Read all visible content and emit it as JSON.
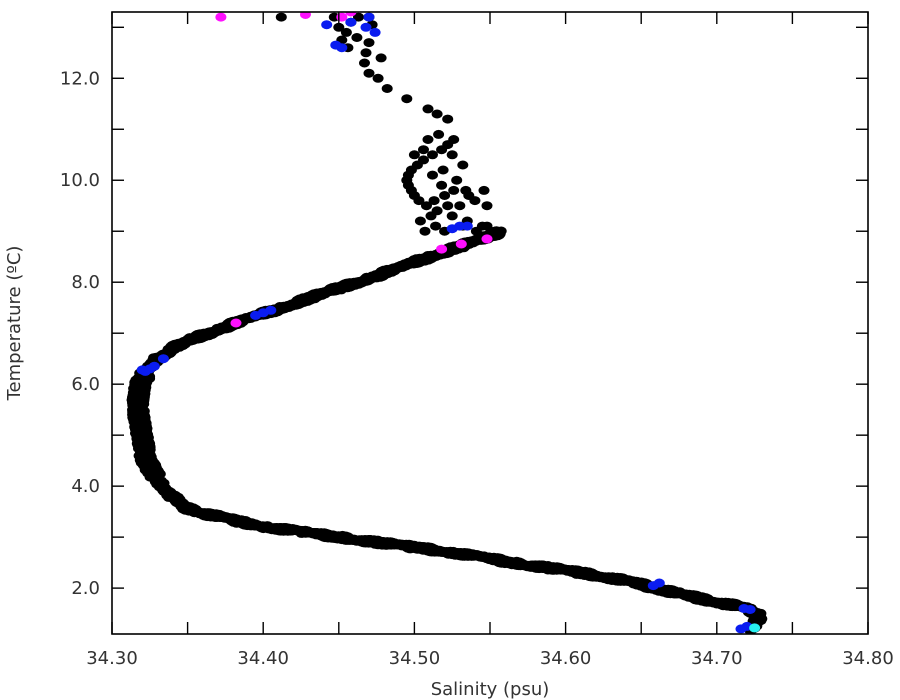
{
  "chart_data": {
    "type": "scatter",
    "title": "",
    "xlabel": "Salinity (psu)",
    "ylabel": "Temperature (ºC)",
    "xlim": [
      34.3,
      34.8
    ],
    "ylim": [
      1.1,
      13.3
    ],
    "x_ticks": [
      "34.30",
      "34.40",
      "34.50",
      "34.60",
      "34.70",
      "34.80"
    ],
    "x_tick_values": [
      34.3,
      34.4,
      34.5,
      34.6,
      34.7,
      34.8
    ],
    "y_ticks": [
      "2.0",
      "4.0",
      "6.0",
      "8.0",
      "10.0",
      "12.0"
    ],
    "y_tick_values": [
      2.0,
      4.0,
      6.0,
      8.0,
      10.0,
      12.0
    ],
    "grid": false,
    "legend": "none",
    "colors": {
      "black": "#000000",
      "blue": "#0a1cf0",
      "magenta": "#ff10ff",
      "cyan": "#28f0f0",
      "axis": "#000000",
      "text": "#333333"
    },
    "series": [
      {
        "color": "black",
        "profile": [
          [
            34.722,
            1.2
          ],
          [
            34.725,
            1.3
          ],
          [
            34.728,
            1.4
          ],
          [
            34.727,
            1.5
          ],
          [
            34.72,
            1.6
          ],
          [
            34.705,
            1.7
          ],
          [
            34.688,
            1.8
          ],
          [
            34.673,
            1.9
          ],
          [
            34.66,
            2.0
          ],
          [
            34.646,
            2.1
          ],
          [
            34.63,
            2.2
          ],
          [
            34.61,
            2.3
          ],
          [
            34.588,
            2.4
          ],
          [
            34.565,
            2.5
          ],
          [
            34.545,
            2.6
          ],
          [
            34.525,
            2.7
          ],
          [
            34.5,
            2.8
          ],
          [
            34.475,
            2.9
          ],
          [
            34.45,
            3.0
          ],
          [
            34.425,
            3.1
          ],
          [
            34.403,
            3.2
          ],
          [
            34.385,
            3.3
          ],
          [
            34.37,
            3.4
          ],
          [
            34.357,
            3.5
          ],
          [
            34.347,
            3.6
          ],
          [
            34.34,
            3.8
          ],
          [
            34.333,
            4.0
          ],
          [
            34.326,
            4.3
          ],
          [
            34.322,
            4.6
          ],
          [
            34.32,
            5.0
          ],
          [
            34.318,
            5.3
          ],
          [
            34.317,
            5.6
          ],
          [
            34.318,
            5.9
          ],
          [
            34.32,
            6.1
          ],
          [
            34.324,
            6.3
          ],
          [
            34.33,
            6.5
          ],
          [
            34.34,
            6.7
          ],
          [
            34.355,
            6.9
          ],
          [
            34.372,
            7.1
          ],
          [
            34.392,
            7.3
          ],
          [
            34.412,
            7.5
          ],
          [
            34.432,
            7.7
          ],
          [
            34.452,
            7.9
          ],
          [
            34.472,
            8.1
          ],
          [
            34.492,
            8.3
          ],
          [
            34.51,
            8.5
          ],
          [
            34.53,
            8.7
          ],
          [
            34.55,
            8.9
          ],
          [
            34.557,
            9.0
          ]
        ],
        "points": [
          [
            34.545,
            9.1
          ],
          [
            34.535,
            9.2
          ],
          [
            34.525,
            9.3
          ],
          [
            34.515,
            9.4
          ],
          [
            34.508,
            9.5
          ],
          [
            34.503,
            9.6
          ],
          [
            34.5,
            9.7
          ],
          [
            34.498,
            9.8
          ],
          [
            34.496,
            9.9
          ],
          [
            34.495,
            10.0
          ],
          [
            34.496,
            10.1
          ],
          [
            34.498,
            10.2
          ],
          [
            34.502,
            10.3
          ],
          [
            34.506,
            10.4
          ],
          [
            34.512,
            10.5
          ],
          [
            34.518,
            10.6
          ],
          [
            34.522,
            10.7
          ],
          [
            34.526,
            10.8
          ],
          [
            34.512,
            10.1
          ],
          [
            34.518,
            9.9
          ],
          [
            34.52,
            9.7
          ],
          [
            34.522,
            9.5
          ],
          [
            34.53,
            9.5
          ],
          [
            34.536,
            9.7
          ],
          [
            34.54,
            9.6
          ],
          [
            34.546,
            9.8
          ],
          [
            34.548,
            9.5
          ],
          [
            34.534,
            9.8
          ],
          [
            34.528,
            10.0
          ],
          [
            34.532,
            10.3
          ],
          [
            34.525,
            10.5
          ],
          [
            34.511,
            9.3
          ],
          [
            34.504,
            9.2
          ],
          [
            34.507,
            9.0
          ],
          [
            34.514,
            9.1
          ],
          [
            34.52,
            9.0
          ],
          [
            34.532,
            9.1
          ],
          [
            34.541,
            9.0
          ],
          [
            34.548,
            9.1
          ],
          [
            34.553,
            9.0
          ],
          [
            34.506,
            10.6
          ],
          [
            34.516,
            10.9
          ],
          [
            34.509,
            10.8
          ],
          [
            34.5,
            10.5
          ],
          [
            34.519,
            10.2
          ],
          [
            34.513,
            9.6
          ],
          [
            34.526,
            9.8
          ],
          [
            34.522,
            11.2
          ],
          [
            34.515,
            11.3
          ],
          [
            34.509,
            11.4
          ],
          [
            34.495,
            11.6
          ],
          [
            34.482,
            11.8
          ],
          [
            34.476,
            12.0
          ],
          [
            34.47,
            12.1
          ],
          [
            34.467,
            12.3
          ],
          [
            34.468,
            12.5
          ],
          [
            34.47,
            12.7
          ],
          [
            34.462,
            12.8
          ],
          [
            34.455,
            12.9
          ],
          [
            34.45,
            13.0
          ],
          [
            34.452,
            12.75
          ],
          [
            34.456,
            12.6
          ],
          [
            34.458,
            13.1
          ],
          [
            34.463,
            13.2
          ],
          [
            34.47,
            13.2
          ],
          [
            34.472,
            13.05
          ],
          [
            34.447,
            13.2
          ],
          [
            34.412,
            13.2
          ],
          [
            34.478,
            12.4
          ]
        ]
      },
      {
        "color": "blue",
        "points": [
          [
            34.322,
            6.25
          ],
          [
            34.325,
            6.3
          ],
          [
            34.328,
            6.35
          ],
          [
            34.32,
            6.28
          ],
          [
            34.334,
            6.5
          ],
          [
            34.395,
            7.35
          ],
          [
            34.4,
            7.4
          ],
          [
            34.405,
            7.45
          ],
          [
            34.525,
            9.05
          ],
          [
            34.53,
            9.1
          ],
          [
            34.535,
            9.1
          ],
          [
            34.658,
            2.05
          ],
          [
            34.662,
            2.1
          ],
          [
            34.718,
            1.6
          ],
          [
            34.722,
            1.58
          ],
          [
            34.716,
            1.2
          ],
          [
            34.72,
            1.25
          ],
          [
            34.448,
            12.65
          ],
          [
            34.452,
            12.6
          ],
          [
            34.442,
            13.05
          ],
          [
            34.458,
            13.1
          ],
          [
            34.468,
            13.0
          ],
          [
            34.474,
            12.9
          ],
          [
            34.47,
            13.2
          ]
        ]
      },
      {
        "color": "magenta",
        "points": [
          [
            34.372,
            13.2
          ],
          [
            34.428,
            13.25
          ],
          [
            34.452,
            13.2
          ],
          [
            34.458,
            13.3
          ],
          [
            34.382,
            7.2
          ],
          [
            34.518,
            8.65
          ],
          [
            34.531,
            8.75
          ],
          [
            34.548,
            8.85
          ]
        ]
      },
      {
        "color": "cyan",
        "points": [
          [
            34.725,
            1.22
          ]
        ]
      }
    ]
  }
}
